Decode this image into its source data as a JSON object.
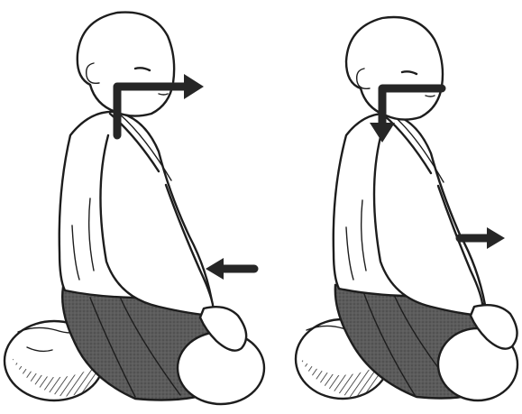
{
  "figure": {
    "panels": [
      {
        "id": "left",
        "depiction": "seated-meditator-exhale",
        "arrows": [
          "breath-path-arrow",
          "back-pointing-arrow"
        ]
      },
      {
        "id": "right",
        "depiction": "seated-meditator-inhale",
        "arrows": [
          "breath-path-arrow",
          "forward-pointing-arrow"
        ]
      }
    ],
    "colors": {
      "ink": "#1d1d1d",
      "robe": "#ffffff",
      "hakama": "#5a5a5a",
      "arrow": "#262626",
      "background": "#ffffff"
    }
  }
}
